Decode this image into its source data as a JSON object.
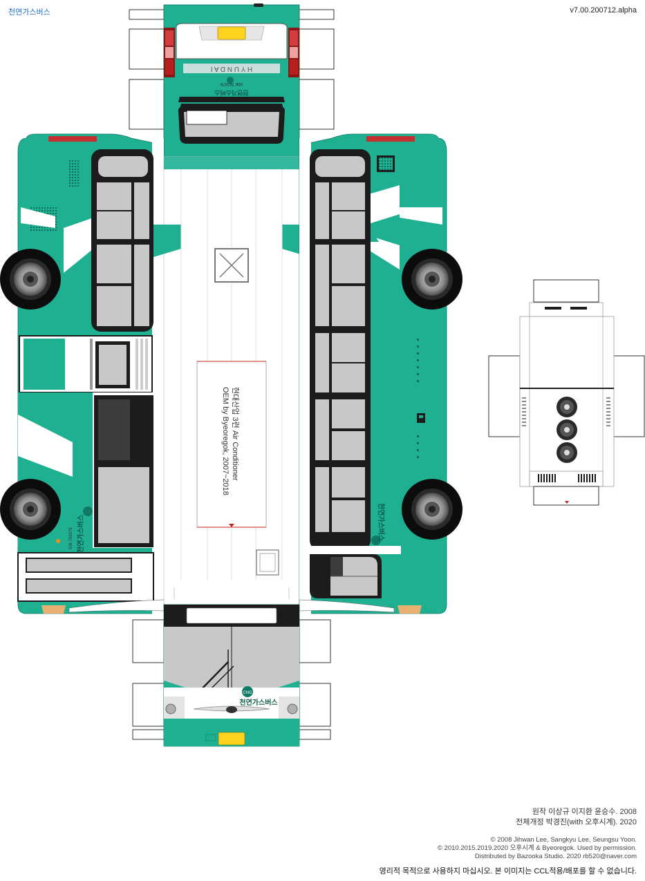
{
  "header": {
    "title": "천연가스버스",
    "version": "v7.00.200712.alpha"
  },
  "bus": {
    "brand_text": "천연가스버스",
    "badge": "CNG",
    "plate_number": "006 782079",
    "roof_unit_text_line1": "현대산업 3련 Air Conditioner",
    "roof_unit_text_line2": "OEM by Byeoregok, 2007~2018",
    "colors": {
      "primary": "#1fb092",
      "accent": "#ffd21f",
      "window": "#c8c8c8",
      "frame": "#1c1c1c"
    }
  },
  "credits": {
    "original_label": "원작",
    "original_names": "이상규 이지환 윤승수. 2008",
    "revision_label": "전체개정",
    "revision_names": "박경진(with 오후시계). 2020",
    "copyright_1": "© 2008 Jihwan Lee, Sangkyu Lee, Seungsu Yoon.",
    "copyright_2": "© 2010.2015.2019.2020 오후시계 & Byeoregok. Used by permission.",
    "distributed": "Distributed by Bazooka Studio. 2020   rb520@naver.com",
    "notice": "영리적 목적으로 사용하지 마십시오.   본 이미지는 CCL적용/배포를 할 수 없습니다."
  }
}
